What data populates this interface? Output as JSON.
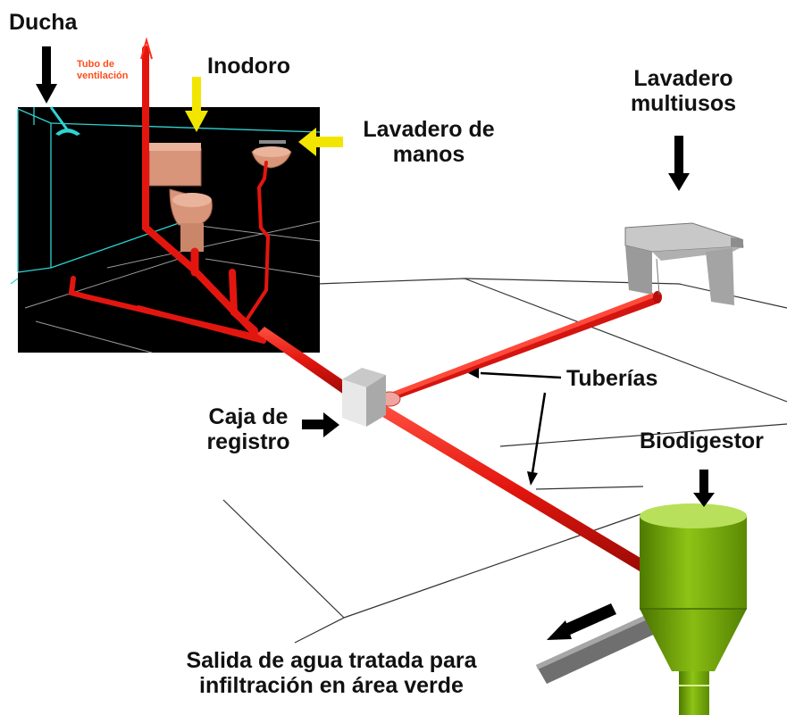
{
  "labels": {
    "ducha": "Ducha",
    "tubo_line1": "Tubo de",
    "tubo_line2": "ventilación",
    "inodoro": "Inodoro",
    "lavadero_manos_line1": "Lavadero de",
    "lavadero_manos_line2": "manos",
    "lavadero_multi_line1": "Lavadero",
    "lavadero_multi_line2": "multiusos",
    "tuberias": "Tuberías",
    "caja_line1": "Caja de",
    "caja_line2": "registro",
    "biodigestor": "Biodigestor",
    "salida_line1": "Salida de agua tratada para",
    "salida_line2": "infiltración en área verde"
  },
  "colors": {
    "pipe": "#e3160f",
    "inset_background": "#000000",
    "inset_grid": "#2fd3d3",
    "fixture": "#d9957a",
    "biodigestor": "#7fb40a",
    "highlight_arrow": "#f2e600",
    "arrow": "#000000"
  }
}
